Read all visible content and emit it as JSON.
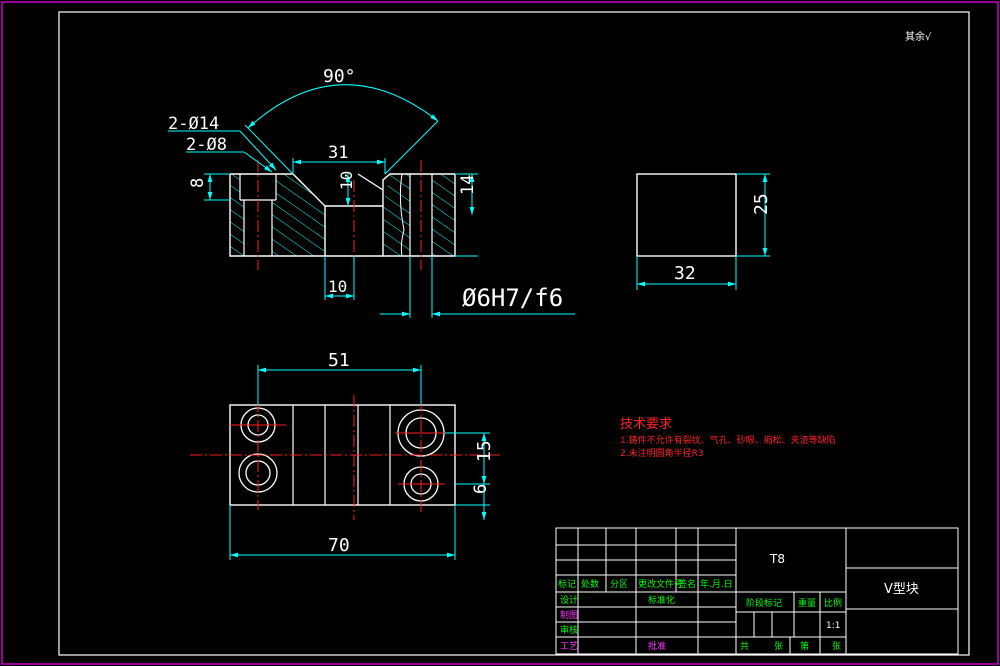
{
  "colors": {
    "background": "#000000",
    "outline": "#ffffff",
    "dimension": "#00ffff",
    "centerline": "#ff2020",
    "hatch": "#00ffff",
    "notes": "#ff2020",
    "titleblock_line": "#ffffff",
    "titleblock_text_green": "#00ff00",
    "titleblock_text_magenta": "#ff33ff",
    "border": "#cc00cc"
  },
  "roughness_mark": "其余√",
  "dimensions": {
    "angle": "90°",
    "hole_large": "2-Ø14",
    "hole_small": "2-Ø8",
    "v_top_width": "31",
    "height_left": "8",
    "v_depth": "10",
    "height_right": "14",
    "slot_width": "10",
    "fit": "Ø6H7/f6",
    "side_width": "32",
    "side_height": "25",
    "pitch": "51",
    "length": "70",
    "spacing_15": "15",
    "spacing_6": "6"
  },
  "notes": {
    "title": "技术要求",
    "line1": "1.铸件不允许有裂纹、气孔、砂眼、缩松、夹渣等缺陷",
    "line2": "2.未注明圆角半径R3"
  },
  "title_block": {
    "material": "T8",
    "part_name": "V型块",
    "headers": [
      "标记",
      "处数",
      "分区",
      "更改文件号",
      "签名",
      "年.月.日"
    ],
    "designer": "设计",
    "drafter": "制图",
    "reviewer": "审核",
    "process": "工艺",
    "standardize": "标准化",
    "approve": "批准",
    "stage_mark": "阶段标记",
    "weight": "重量",
    "scale_label": "比例",
    "scale_value": "1:1",
    "total": "共",
    "sheet_unit": "张",
    "sheet": "第",
    "sheet_unit2": "张"
  }
}
